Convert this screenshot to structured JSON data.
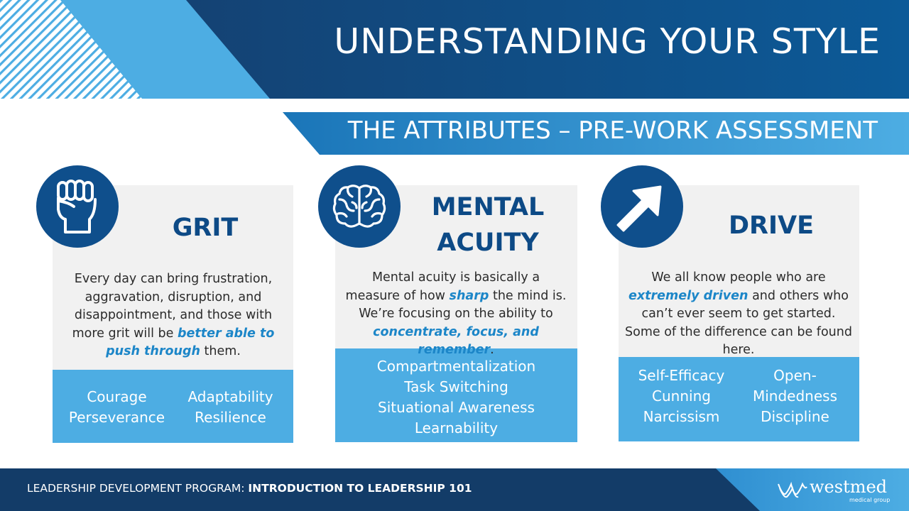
{
  "header": {
    "title": "UNDERSTANDING YOUR STYLE"
  },
  "subheader": {
    "title": "THE ATTRIBUTES – PRE-WORK ASSESSMENT"
  },
  "colors": {
    "navy": "#0f4f8c",
    "dark_navy": "#133c68",
    "light_blue": "#4dade3",
    "accent_text": "#1c86c8",
    "card_bg": "#f1f1f1"
  },
  "cards": [
    {
      "icon": "fist-icon",
      "heading_lines": [
        "GRIT"
      ],
      "body": [
        {
          "t": "Every day can bring frustration, aggravation, disruption, and disappointment, and those with more grit will be "
        },
        {
          "t": "better able to push through",
          "hl": true
        },
        {
          "t": " them."
        }
      ],
      "attr_left": [
        "Courage",
        "Perseverance"
      ],
      "attr_right": [
        "Adaptability",
        "Resilience"
      ]
    },
    {
      "icon": "brain-icon",
      "heading_lines": [
        "MENTAL",
        "ACUITY"
      ],
      "body": [
        {
          "t": "Mental acuity is basically a measure of how "
        },
        {
          "t": "sharp",
          "hl": true
        },
        {
          "t": " the mind is. We’re focusing on the ability to "
        },
        {
          "t": "concentrate, focus, and remember",
          "hl": true
        },
        {
          "t": "."
        }
      ],
      "attrs": [
        "Compartmentalization",
        "Task Switching",
        "Situational Awareness",
        "Learnability"
      ]
    },
    {
      "icon": "arrow-up-right-icon",
      "heading_lines": [
        "DRIVE"
      ],
      "body": [
        {
          "t": "We all know people who are "
        },
        {
          "t": "extremely driven",
          "hl": true
        },
        {
          "t": " and others who can’t ever seem to get started. Some of the difference  can be found here."
        }
      ],
      "attr_left": [
        "Self-Efficacy",
        "Cunning",
        "Narcissism"
      ],
      "attr_right": [
        "Open-",
        "Mindedness",
        "Discipline"
      ]
    }
  ],
  "footer": {
    "program_label": "LEADERSHIP DEVELOPMENT PROGRAM: ",
    "program_name": "INTRODUCTION TO LEADERSHIP 101",
    "logo_word": "westmed",
    "logo_sub": "medical group"
  }
}
